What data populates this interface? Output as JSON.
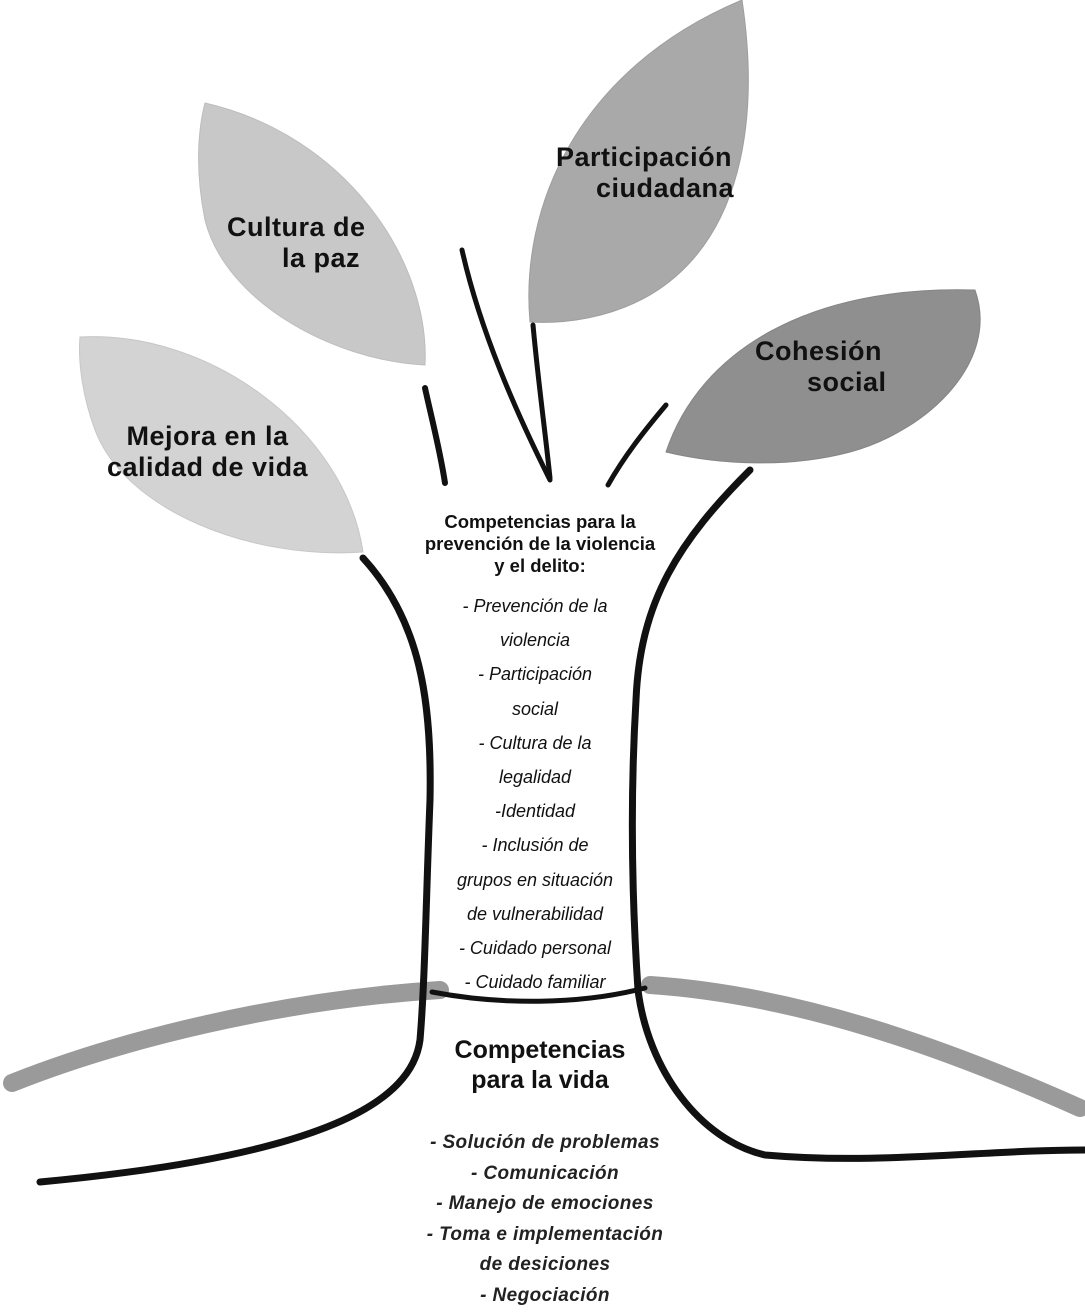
{
  "leaves": {
    "cultura_paz": {
      "lines": [
        "Cultura de",
        "la paz"
      ],
      "color": "#c8c8c8"
    },
    "participacion": {
      "lines": [
        "Participación",
        "ciudadana"
      ],
      "color": "#a9a9a9"
    },
    "cohesion": {
      "lines": [
        "Cohesión",
        "social"
      ],
      "color": "#8f8f8f"
    },
    "mejora": {
      "lines": [
        "Mejora en la",
        "calidad de vida"
      ],
      "color": "#d3d3d3"
    }
  },
  "trunk": {
    "title_lines": [
      "Competencias para la",
      "prevención de la violencia",
      "y el delito:"
    ],
    "items": [
      "- Prevención de la",
      "violencia",
      "- Participación",
      "social",
      "- Cultura de la",
      "legalidad",
      "-Identidad",
      "- Inclusión de",
      "grupos en situación",
      "de vulnerabilidad",
      "- Cuidado personal",
      "- Cuidado familiar"
    ]
  },
  "roots": {
    "title_lines": [
      "Competencias",
      "para la vida"
    ],
    "items": [
      "- Solución de problemas",
      "- Comunicación",
      "- Manejo de emociones",
      "- Toma e implementación",
      "de desiciones",
      "- Negociación"
    ]
  },
  "colors": {
    "outline": "#111111",
    "ground": "#9a9a9a",
    "text": "#111111"
  }
}
